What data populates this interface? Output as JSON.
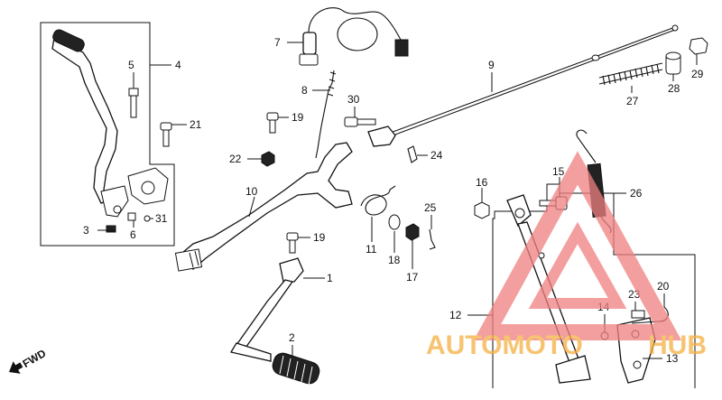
{
  "labels": {
    "l1": "1",
    "l2": "2",
    "l3": "3",
    "l4": "4",
    "l5": "5",
    "l6": "6",
    "l7": "7",
    "l8": "8",
    "l9": "9",
    "l10": "10",
    "l11": "11",
    "l12": "12",
    "l13": "13",
    "l14": "14",
    "l15": "15",
    "l16": "16",
    "l17": "17",
    "l18": "18",
    "l19a": "19",
    "l19b": "19",
    "l20": "20",
    "l21": "21",
    "l22": "22",
    "l23": "23",
    "l24": "24",
    "l25": "25",
    "l26": "26",
    "l27": "27",
    "l28": "28",
    "l29": "29",
    "l30": "30",
    "l31": "31"
  },
  "fwd": "FWD",
  "watermark": {
    "text_left": "AUTOMOTO",
    "text_right": "HUB",
    "color": "#f08080",
    "text_color": "#f5b041"
  }
}
